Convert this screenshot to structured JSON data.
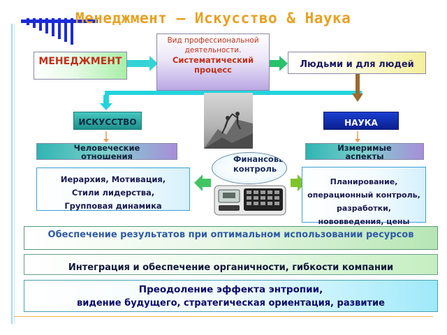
{
  "title": "Менеджмент  – Искусство & Наука",
  "boxes": {
    "management": "МЕНЕДЖМЕНТ",
    "activity_line1": "Вид профессиональной деятельности.",
    "activity_line2": "Систематический процесс",
    "people": "Людьми и для людей",
    "art": "ИСКУССТВО",
    "science": "НАУКА",
    "human_relations": "Человеческие отношения",
    "measurable": "Измеримые аспекты",
    "financial_control": "Финансовый контроль",
    "art_details": "Иерархия, Мотивация, Стили лидерства, Групповая динамика",
    "science_details": "Планирование, операционный контроль, разработки, нововведения, цены"
  },
  "bars": {
    "results": "Обеспечение результатов при оптимальном  использовании ресурсов",
    "integration": "Интеграция и обеспечение органичности, гибкости компании",
    "entropy_line1": "Преодоление эффекта энтропии,",
    "entropy_line2": "видение будущего, стратегическая  ориентация, развитие"
  },
  "images": {
    "climbers": "climbers-photo-icon",
    "calculator": "calculator-icon"
  }
}
